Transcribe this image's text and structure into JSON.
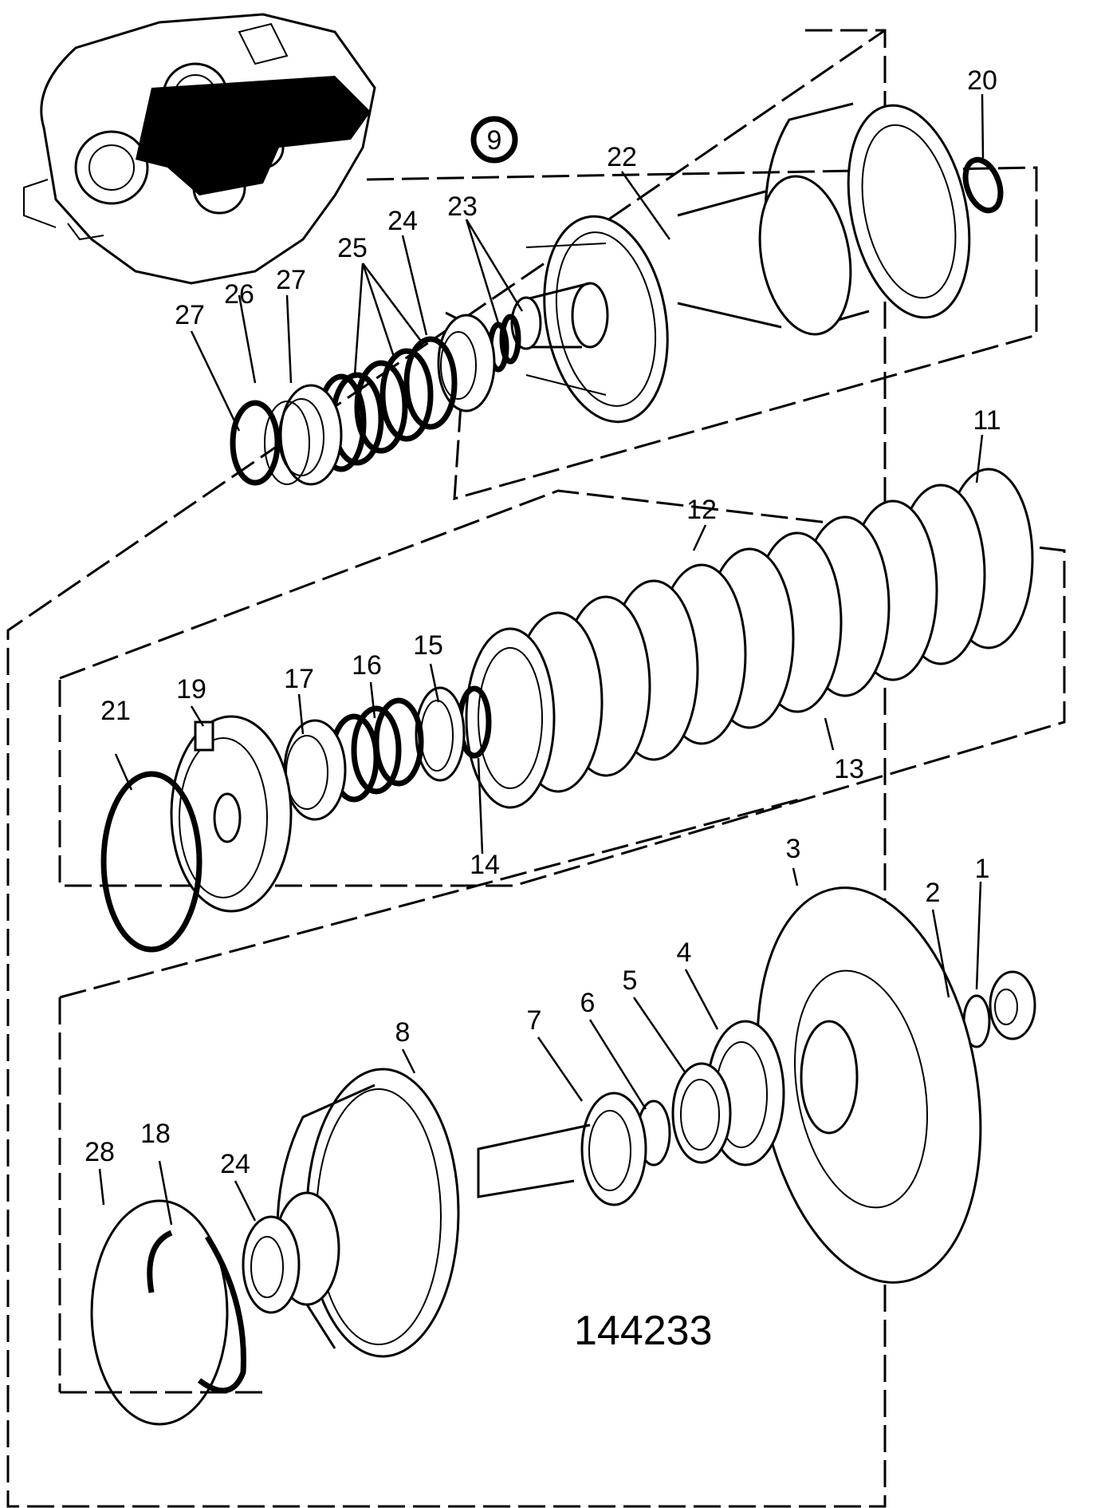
{
  "figure_number": "144233",
  "callouts": {
    "c1": "1",
    "c2": "2",
    "c3": "3",
    "c4": "4",
    "c5": "5",
    "c6": "6",
    "c7": "7",
    "c8": "8",
    "c9": "9",
    "c11": "11",
    "c12": "12",
    "c13": "13",
    "c14": "14",
    "c15": "15",
    "c16": "16",
    "c17": "17",
    "c18": "18",
    "c19": "19",
    "c20": "20",
    "c21": "21",
    "c22": "22",
    "c23": "23",
    "c24a": "24",
    "c24b": "24",
    "c25": "25",
    "c26": "26",
    "c27a": "27",
    "c27b": "27",
    "c28": "28"
  }
}
